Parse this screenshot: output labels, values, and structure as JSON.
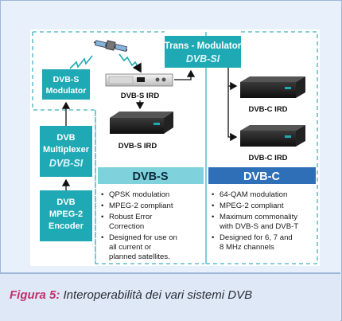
{
  "diagram": {
    "trans_modulator": {
      "line1": "Trans - Modulator",
      "line2": "DVB-SI"
    },
    "dvbs_modulator": {
      "line1": "DVB-S",
      "line2": "Modulator"
    },
    "multiplexer": {
      "line1": "DVB",
      "line2": "Multiplexer",
      "line3": "DVB-SI"
    },
    "encoder": {
      "line1": "DVB",
      "line2": "MPEG-2",
      "line3": "Encoder"
    },
    "ird_rack_label": "DVB-S IRD",
    "ird_box_label": "DVB-S IRD",
    "dvbc_ird_top_label": "DVB-C IRD",
    "dvbc_ird_bottom_label": "DVB-C IRD",
    "dvbs_panel": {
      "title": "DVB-S",
      "features": [
        "QPSK modulation",
        "MPEG-2 compliant",
        "Robust Error",
        "Correction",
        "Designed for use on",
        "all current or",
        "planned satellites."
      ]
    },
    "dvbc_panel": {
      "title": "DVB-C",
      "features": [
        "64-QAM modulation",
        "MPEG-2 compliant",
        "Maximum commonality",
        "with DVB-S and DVB-T",
        "Designed for 6, 7 and",
        "8 MHz channels"
      ]
    }
  },
  "caption": {
    "label": "Figura 5:",
    "text": "Interoperabilità dei vari sistemi DVB"
  },
  "colors": {
    "teal_box": "#1fa9b5",
    "si_text": "#dff5fa",
    "dvbs_header": "#7fd2dc",
    "dvbc_header": "#2f6fb7",
    "dash": "#3fb0c0",
    "caption_label": "#c0306e"
  }
}
